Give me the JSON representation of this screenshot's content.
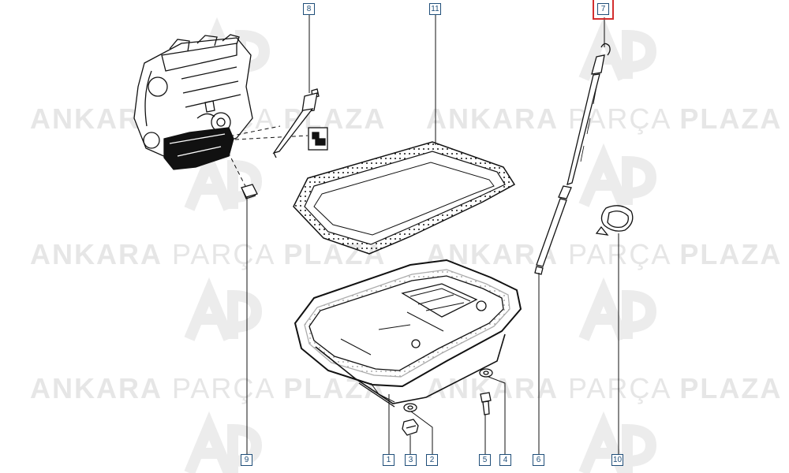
{
  "watermark": {
    "brand_a": "ANKARA",
    "brand_b": "PARÇA",
    "brand_c": "PLAZA",
    "logo": "AP"
  },
  "callouts": [
    {
      "id": "c1",
      "label": "1"
    },
    {
      "id": "c2",
      "label": "2"
    },
    {
      "id": "c3",
      "label": "3"
    },
    {
      "id": "c4",
      "label": "4"
    },
    {
      "id": "c5",
      "label": "5"
    },
    {
      "id": "c6",
      "label": "6"
    },
    {
      "id": "c7",
      "label": "7",
      "highlighted": true,
      "highlight_color": "#d32f2f"
    },
    {
      "id": "c8",
      "label": "8"
    },
    {
      "id": "c9",
      "label": "9"
    },
    {
      "id": "c10",
      "label": "10"
    },
    {
      "id": "c11",
      "label": "11"
    }
  ],
  "colors": {
    "line": "#111111",
    "callout": "#1f4e79",
    "highlight": "#d32f2f",
    "watermark": "#e6e6e6"
  }
}
